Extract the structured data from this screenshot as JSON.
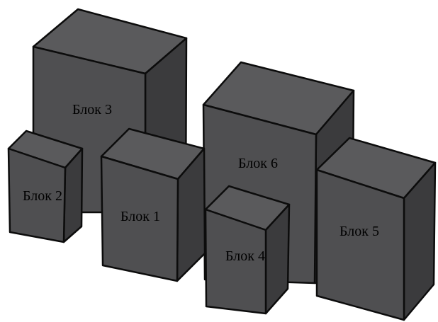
{
  "colors": {
    "background": "#ffffff",
    "front_face": "#4f4f51",
    "side_face": "#3b3b3d",
    "top_face": "#5a5a5c",
    "edge": "#0c0c0c",
    "label": "#000000"
  },
  "boxes": [
    {
      "id": "block-3",
      "label": "Блок 3"
    },
    {
      "id": "block-2",
      "label": "Блок 2"
    },
    {
      "id": "block-1",
      "label": "Блок 1"
    },
    {
      "id": "block-6",
      "label": "Блок 6"
    },
    {
      "id": "block-5",
      "label": "Блок 5"
    },
    {
      "id": "block-4",
      "label": "Блок 4"
    }
  ]
}
